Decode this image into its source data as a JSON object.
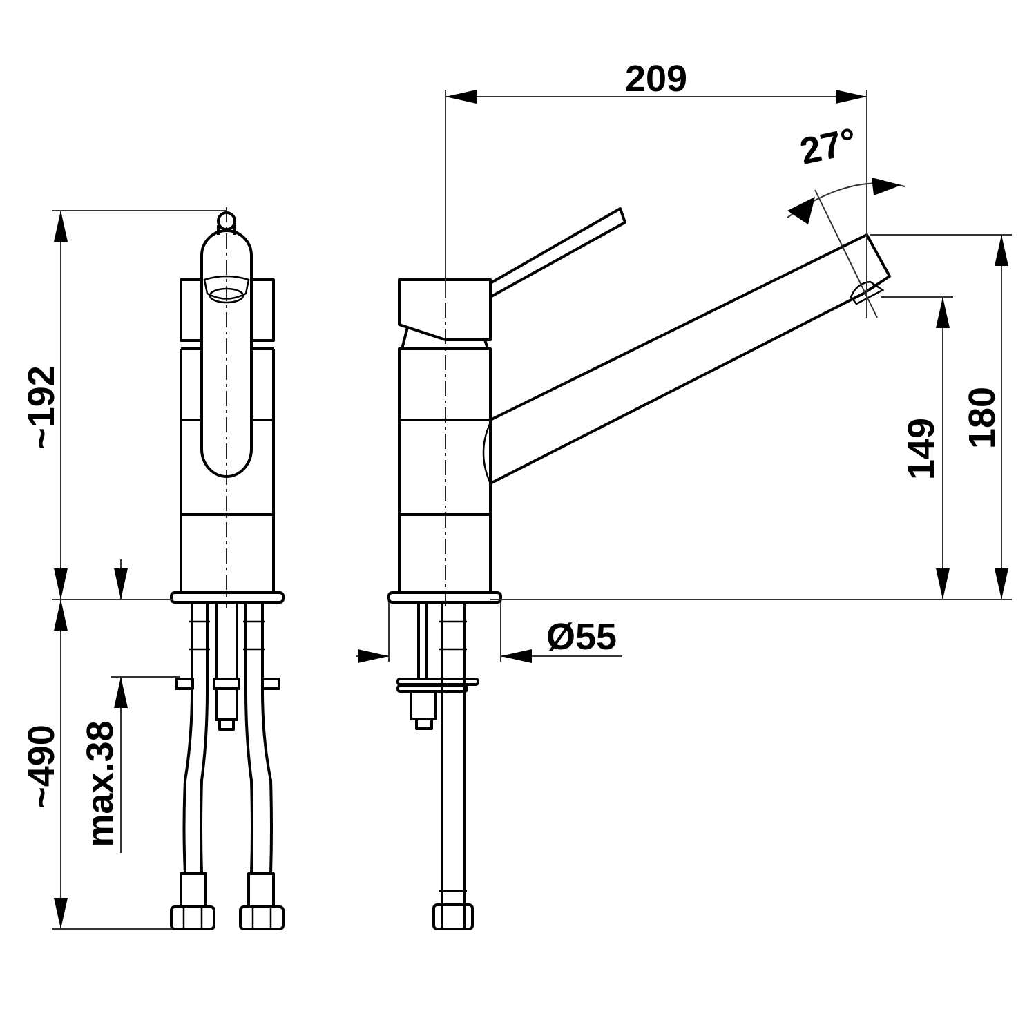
{
  "dimensions": {
    "spout_reach": "209",
    "swivel_angle": "27°",
    "total_height": "~192",
    "hose_length": "~490",
    "max_deck_thickness": "max.38",
    "outlet_height": "149",
    "spout_height": "180",
    "base_diameter": "Ø55"
  }
}
